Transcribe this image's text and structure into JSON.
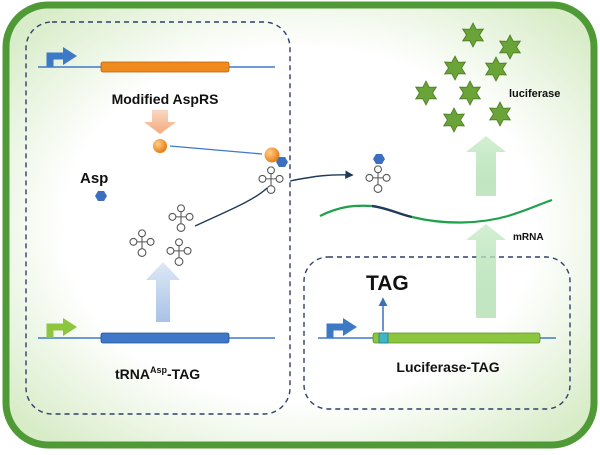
{
  "colors": {
    "cell_border": "#4f9a36",
    "cell_fill_edge": "#d8ecc8",
    "dash": "#2f3f6a",
    "gene_orange": "#f08a1c",
    "gene_blue": "#3f78c8",
    "gene_green": "#8cc63f",
    "promoter_blue": "#3d7ac6",
    "promoter_green": "#8cc63f",
    "arrow_orange": "#f7c1a0",
    "arrow_blue": "#bcd0ea",
    "arrow_green": "#bfe6bf",
    "amino": "#f39a1c",
    "asp": "#3d6fc0",
    "mrna_green": "#1fa04a",
    "mrna_dark": "#1f3a5a",
    "tag_box": "#3fb6c8",
    "star": "#6aa337"
  },
  "labels": {
    "aspRS": "Modified AspRS",
    "asp": "Asp",
    "tRNA_main": "tRNA",
    "tRNA_sup": "Asp",
    "tRNA_suffix": "-TAG",
    "luciferase_tag": "Luciferase-TAG",
    "tag": "TAG",
    "mrna": "mRNA",
    "luciferase": "luciferase"
  },
  "icons": {
    "promoter": "bent-arrow-icon",
    "trna": "cloverleaf-trna-icon",
    "asp": "hexagon-asp-icon",
    "amino_acid": "orange-ball-icon",
    "luciferase": "green-star-icon"
  }
}
